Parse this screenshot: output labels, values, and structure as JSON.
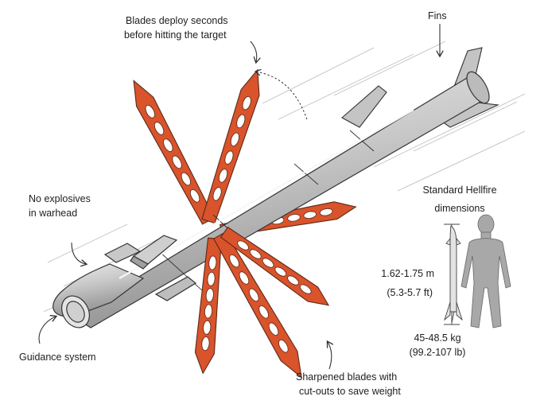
{
  "labels": {
    "blades_deploy_1": "Blades deploy seconds",
    "blades_deploy_2": "before hitting the target",
    "fins": "Fins",
    "no_explosives_1": "No explosives",
    "no_explosives_2": "in warhead",
    "guidance": "Guidance system",
    "blades_sharp_1": "Sharpened blades with",
    "blades_sharp_2": "cut-outs to save weight"
  },
  "dimensions": {
    "title_1": "Standard Hellfire",
    "title_2": "dimensions",
    "length_m": "1.62-1.75 m",
    "length_ft": "(5.3-5.7 ft)",
    "weight_kg": "45-48.5 kg",
    "weight_lb": "(99.2-107 lb)"
  },
  "colors": {
    "blade": "#d9532b",
    "blade_edge": "#5a2a1a",
    "body": "#cfcfcf",
    "shadow": "#9a9a9a",
    "line": "#333333",
    "silhouette": "#a8a8a8"
  }
}
